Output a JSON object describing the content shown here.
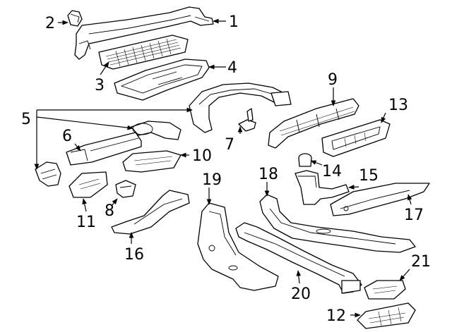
{
  "diagram": {
    "callouts": {
      "c1": "1",
      "c2": "2",
      "c3": "3",
      "c4": "4",
      "c5": "5",
      "c6": "6",
      "c7": "7",
      "c8": "8",
      "c9": "9",
      "c10": "10",
      "c11": "11",
      "c12": "12",
      "c13": "13",
      "c14": "14",
      "c15": "15",
      "c16": "16",
      "c17": "17",
      "c18": "18",
      "c19": "19",
      "c20": "20",
      "c21": "21"
    },
    "colors": {
      "line": "#000000",
      "background": "#ffffff"
    }
  }
}
